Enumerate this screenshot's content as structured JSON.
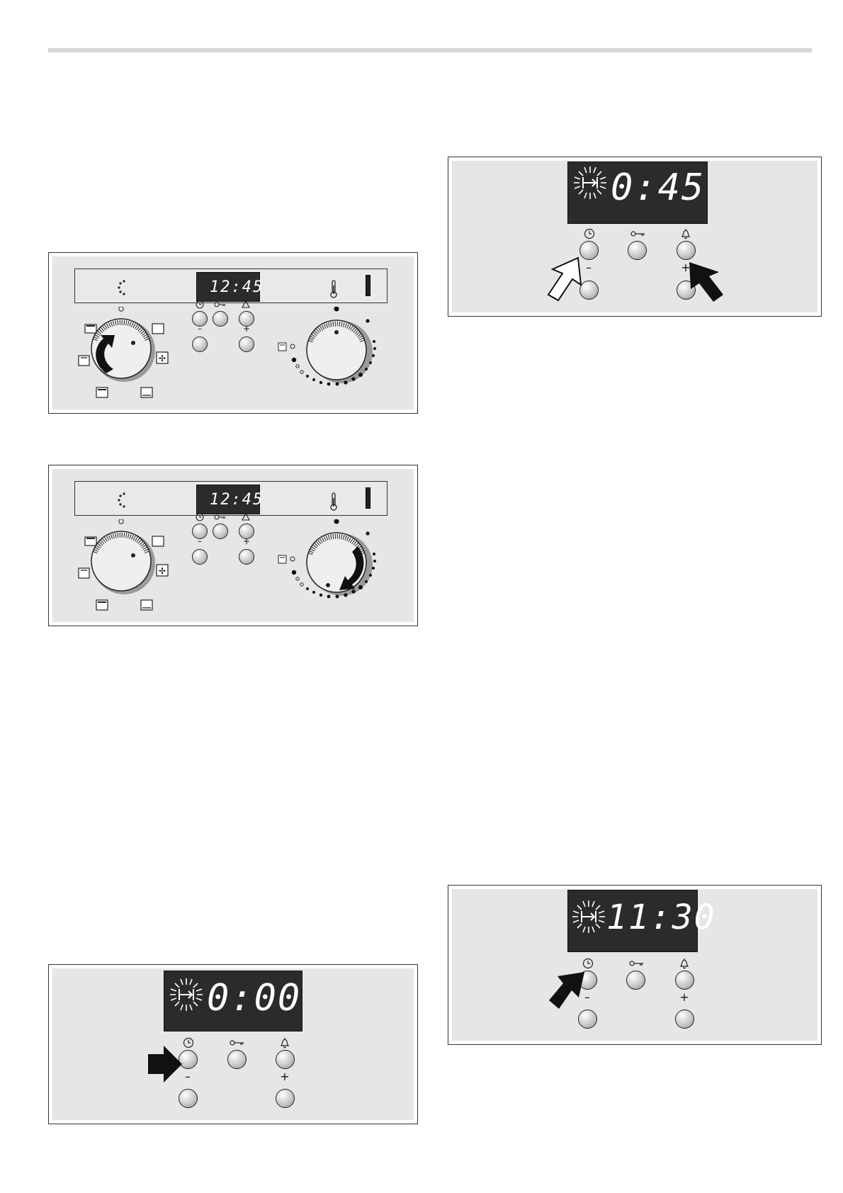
{
  "panels": {
    "p1": {
      "display": "12:45",
      "minus": "–",
      "plus": "+"
    },
    "p2": {
      "display": "12:45",
      "minus": "–",
      "plus": "+"
    },
    "p3": {
      "display": "0:00",
      "minus": "–",
      "plus": "+"
    },
    "p4": {
      "display": "0:45",
      "minus": "–",
      "plus": "+"
    },
    "p5": {
      "display": "11:30",
      "minus": "–",
      "plus": "+"
    }
  },
  "icons": {
    "clock": "clock-icon",
    "key": "key-icon",
    "bell": "bell-icon",
    "triangle": "triangle-icon",
    "thermometer": "thermometer-icon",
    "cooking-time": "cooking-time-icon",
    "press-arrow": "arrow-icon"
  },
  "colors": {
    "panel_bg": "#e6e6e6",
    "lcd_bg": "#2b2b2b",
    "lcd_text": "#ffffff",
    "rule": "#d6d6d6"
  }
}
